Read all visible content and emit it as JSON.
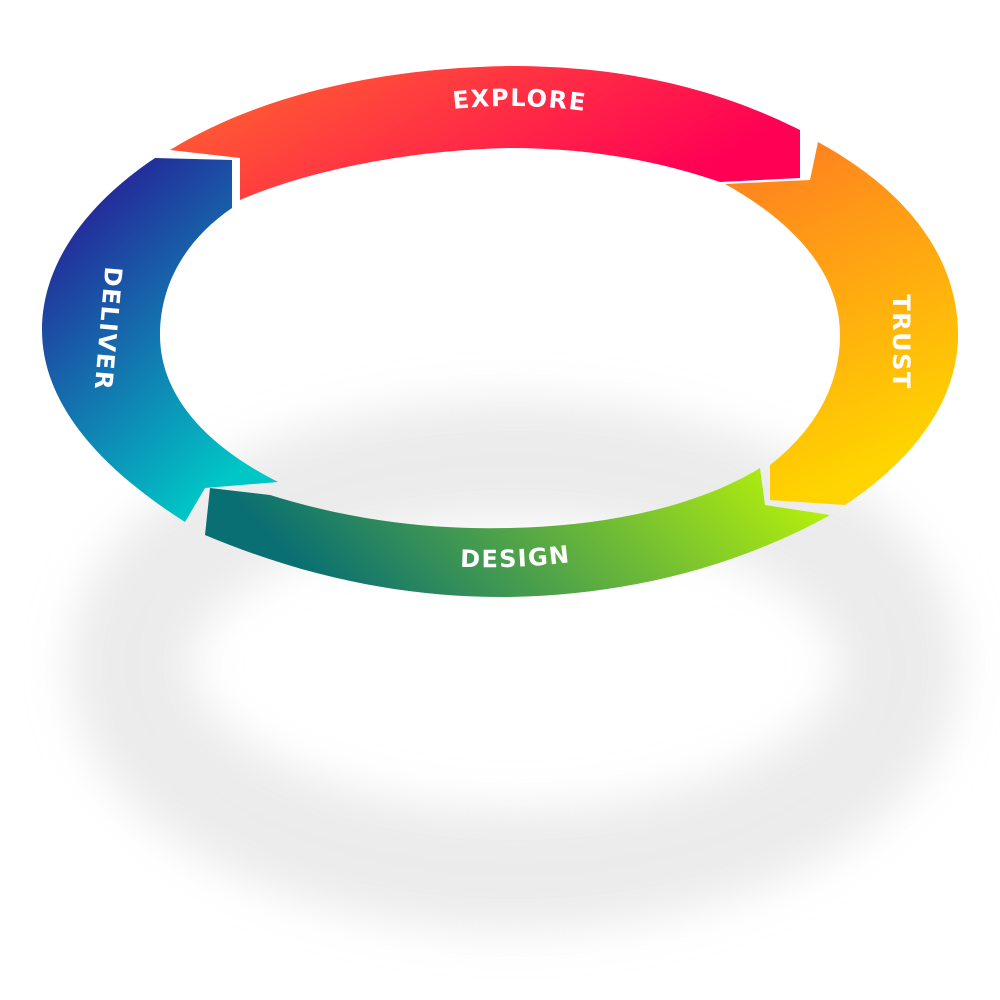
{
  "diagram": {
    "stages": [
      {
        "id": "explore",
        "label": "EXPLORE",
        "colors": [
          "#ff6a2e",
          "#ff0055"
        ]
      },
      {
        "id": "trust",
        "label": "TRUST",
        "colors": [
          "#ff7a22",
          "#ffd400"
        ]
      },
      {
        "id": "design",
        "label": "DESIGN",
        "colors": [
          "#0a6f72",
          "#c8ff00"
        ]
      },
      {
        "id": "deliver",
        "label": "DELIVER",
        "colors": [
          "#2c0790",
          "#00c7c6"
        ]
      }
    ],
    "shadow_color": "#dcdcdc"
  }
}
